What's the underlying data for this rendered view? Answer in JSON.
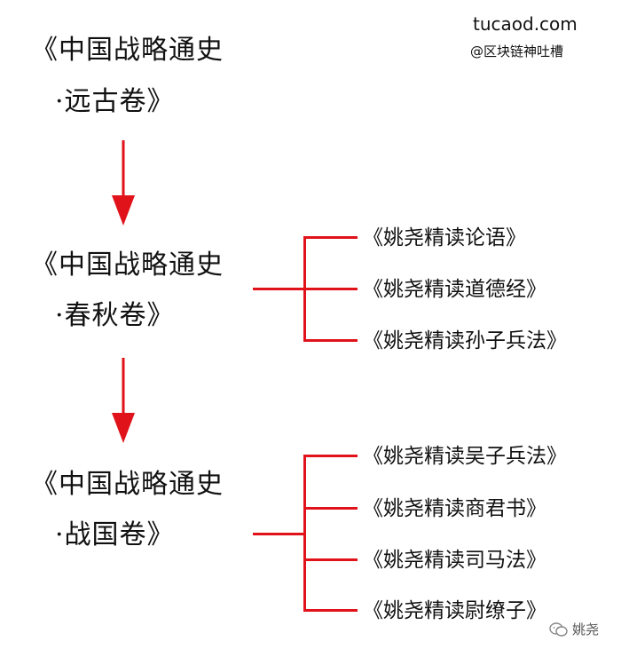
{
  "watermark": {
    "site": "tucaod.com",
    "handle": "@区块链神吐槽"
  },
  "volumes": [
    {
      "title_line1": "《中国战略通史",
      "title_line2": "·远古卷》",
      "books": []
    },
    {
      "title_line1": "《中国战略通史",
      "title_line2": "·春秋卷》",
      "books": [
        "《姚尧精读论语》",
        "《姚尧精读道德经》",
        "《姚尧精读孙子兵法》"
      ]
    },
    {
      "title_line1": "《中国战略通史",
      "title_line2": "·战国卷》",
      "books": [
        "《姚尧精读吴子兵法》",
        "《姚尧精读商君书》",
        "《姚尧精读司马法》",
        "《姚尧精读尉缭子》"
      ]
    }
  ],
  "author_logo": {
    "label": "姚尧",
    "icon": "wechat-icon"
  },
  "colors": {
    "accent": "#e0121a",
    "text": "#111111"
  }
}
